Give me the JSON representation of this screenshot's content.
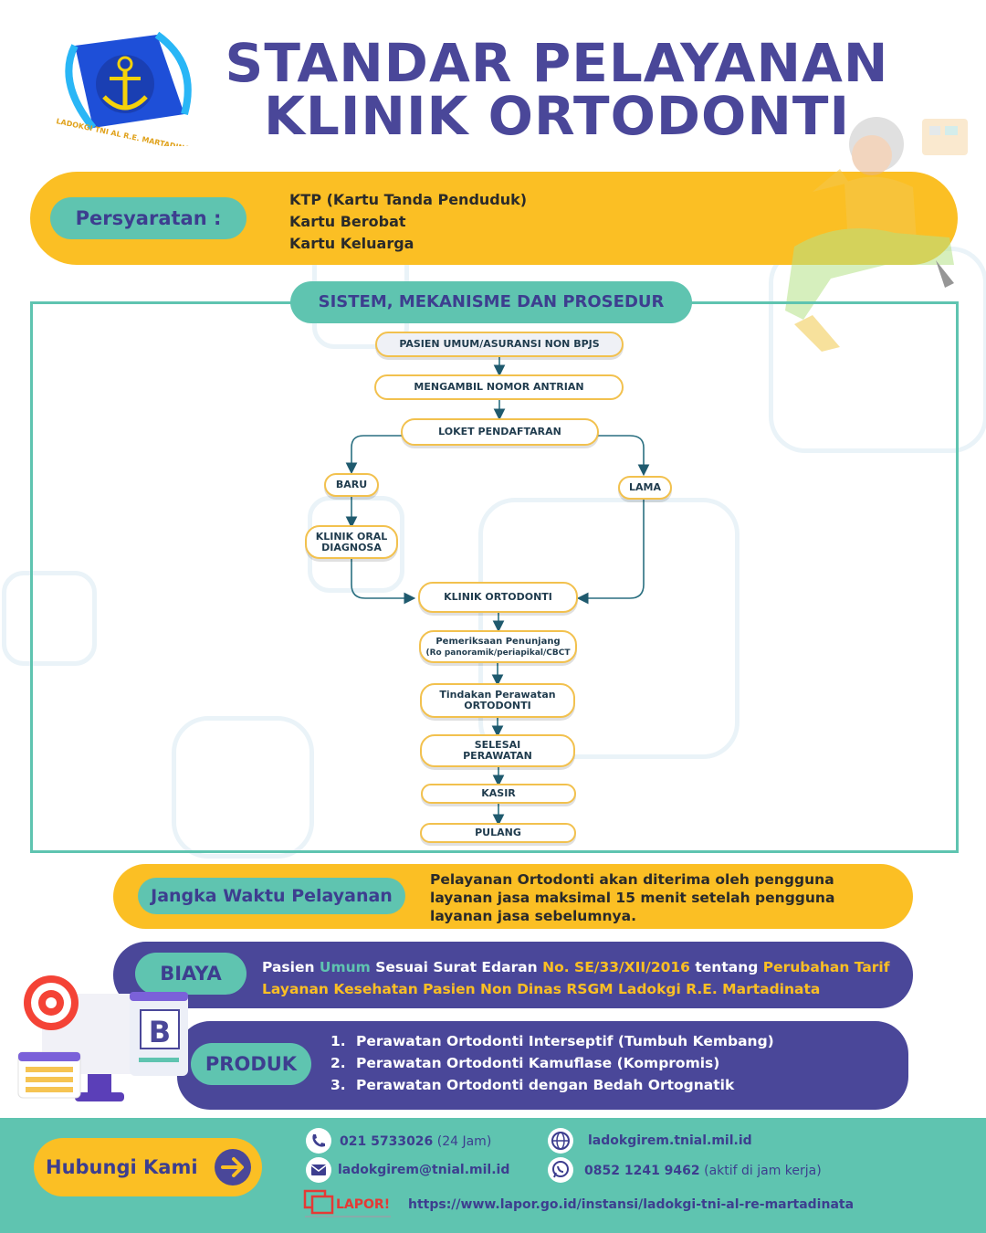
{
  "header": {
    "logo_text": "LADOKGI TNI AL R.E. MARTADINATA",
    "title_line1": "STANDAR PELAYANAN",
    "title_line2": "KLINIK ORTODONTI"
  },
  "requirements": {
    "label": "Persyaratan :",
    "items": [
      "KTP (Kartu Tanda Penduduk)",
      "Kartu Berobat",
      "Kartu Keluarga"
    ]
  },
  "flow": {
    "title": "SISTEM, MEKANISME DAN PROSEDUR",
    "nodes": {
      "patient": "PASIEN UMUM/ASURANSI NON BPJS",
      "queue": "MENGAMBIL NOMOR ANTRIAN",
      "registration": "LOKET PENDAFTARAN",
      "new": "BARU",
      "old": "LAMA",
      "oral_line1": "KLINIK ORAL",
      "oral_line2": "DIAGNOSA",
      "ortho": "KLINIK ORTODONTI",
      "exam_line1": "Pemeriksaan Penunjang",
      "exam_line2": "(Ro panoramik/periapikal/CBCT",
      "treat_line1": "Tindakan Perawatan",
      "treat_line2": "ORTODONTI",
      "done_line1": "SELESAI",
      "done_line2": "PERAWATAN",
      "cashier": "KASIR",
      "home": "PULANG"
    }
  },
  "service_time": {
    "label": "Jangka Waktu Pelayanan",
    "text": "Pelayanan Ortodonti akan diterima oleh pengguna layanan jasa maksimal 15 menit setelah pengguna layanan jasa sebelumnya."
  },
  "cost": {
    "label": "BIAYA",
    "t1": "Pasien ",
    "t2": "Umum",
    "t3": " Sesuai Surat Edaran ",
    "t4": "No. SE/33/XII/2016",
    "t5": " tentang ",
    "t6": "Perubahan Tarif Layanan Kesehatan Pasien Non Dinas RSGM Ladokgi R.E. Martadinata"
  },
  "products": {
    "label": "PRODUK",
    "items": [
      {
        "num": "1.",
        "text": "Perawatan Ortodonti Interseptif (Tumbuh Kembang)"
      },
      {
        "num": "2.",
        "text": "Perawatan Ortodonti Kamuflase (Kompromis)"
      },
      {
        "num": "3.",
        "text": "Perawatan Ortodonti dengan Bedah Ortognatik"
      }
    ],
    "badge_letter": "B"
  },
  "contact": {
    "button_label": "Hubungi Kami",
    "phone": "021 5733026",
    "phone_note": " (24 Jam)",
    "email": "ladokgirem@tnial.mil.id",
    "website": "ladokgirem.tnial.mil.id",
    "whatsapp": "0852 1241 9462",
    "whatsapp_note": " (aktif di jam kerja)",
    "lapor_brand": "LAPOR!",
    "lapor_url": "https://www.lapor.go.id/instansi/ladokgi-tni-al-re-martadinata"
  },
  "colors": {
    "yellow": "#fbbf24",
    "teal": "#5fc4b0",
    "purple": "#4a4799",
    "title_purple": "#4a4799"
  }
}
